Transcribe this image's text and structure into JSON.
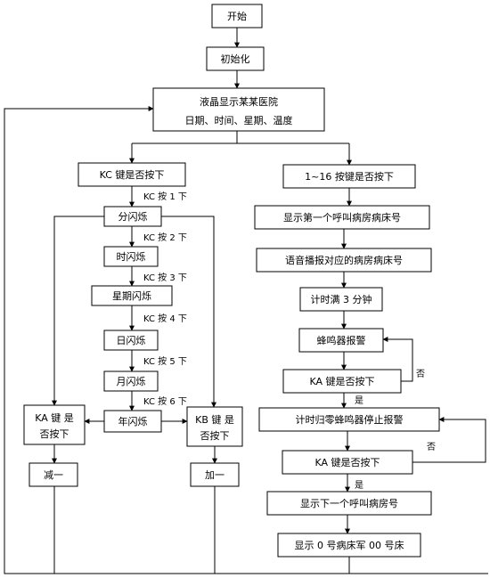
{
  "nodes": {
    "start": "开始",
    "init": "初始化",
    "lcd_line1": "液晶显示某某医院",
    "lcd_line2": "日期、时间、星期、温度",
    "kc_pressed": "KC 键是否按下",
    "keys_1_16": "1~16 按键是否按下",
    "minute_flash": "分闪烁",
    "hour_flash": "时闪烁",
    "week_flash": "星期闪烁",
    "day_flash": "日闪烁",
    "month_flash": "月闪烁",
    "year_flash": "年闪烁",
    "ka_left_line1": "KA  键 是",
    "ka_left_line2": "否按下",
    "kb_line1": "KB  键 是",
    "kb_line2": "否按下",
    "minus_one": "减一",
    "plus_one": "加一",
    "show_first": "显示第一个呼叫病房病床号",
    "voice_report": "语音播报对应的病房病床号",
    "timer_3min": "计时满 3 分钟",
    "buzzer_alarm": "蜂鸣器报警",
    "ka_check1": "KA 键是否按下",
    "timer_reset": "计时归零蜂鸣器停止报警",
    "ka_check2": "KA 键是否按下",
    "show_next": "显示下一个呼叫病房号",
    "show_zero": "显示 0 号病床军 00 号床"
  },
  "labels": {
    "kc1": "KC 按 1 下",
    "kc2": "KC 按 2 下",
    "kc3": "KC 按 3 下",
    "kc4": "KC 按 4 下",
    "kc5": "KC 按 5 下",
    "kc6": "KC 按 6 下",
    "yes1": "是",
    "yes2": "是",
    "no1": "否",
    "no2": "否"
  },
  "colors": {
    "stroke": "#000000",
    "fill": "#ffffff"
  }
}
